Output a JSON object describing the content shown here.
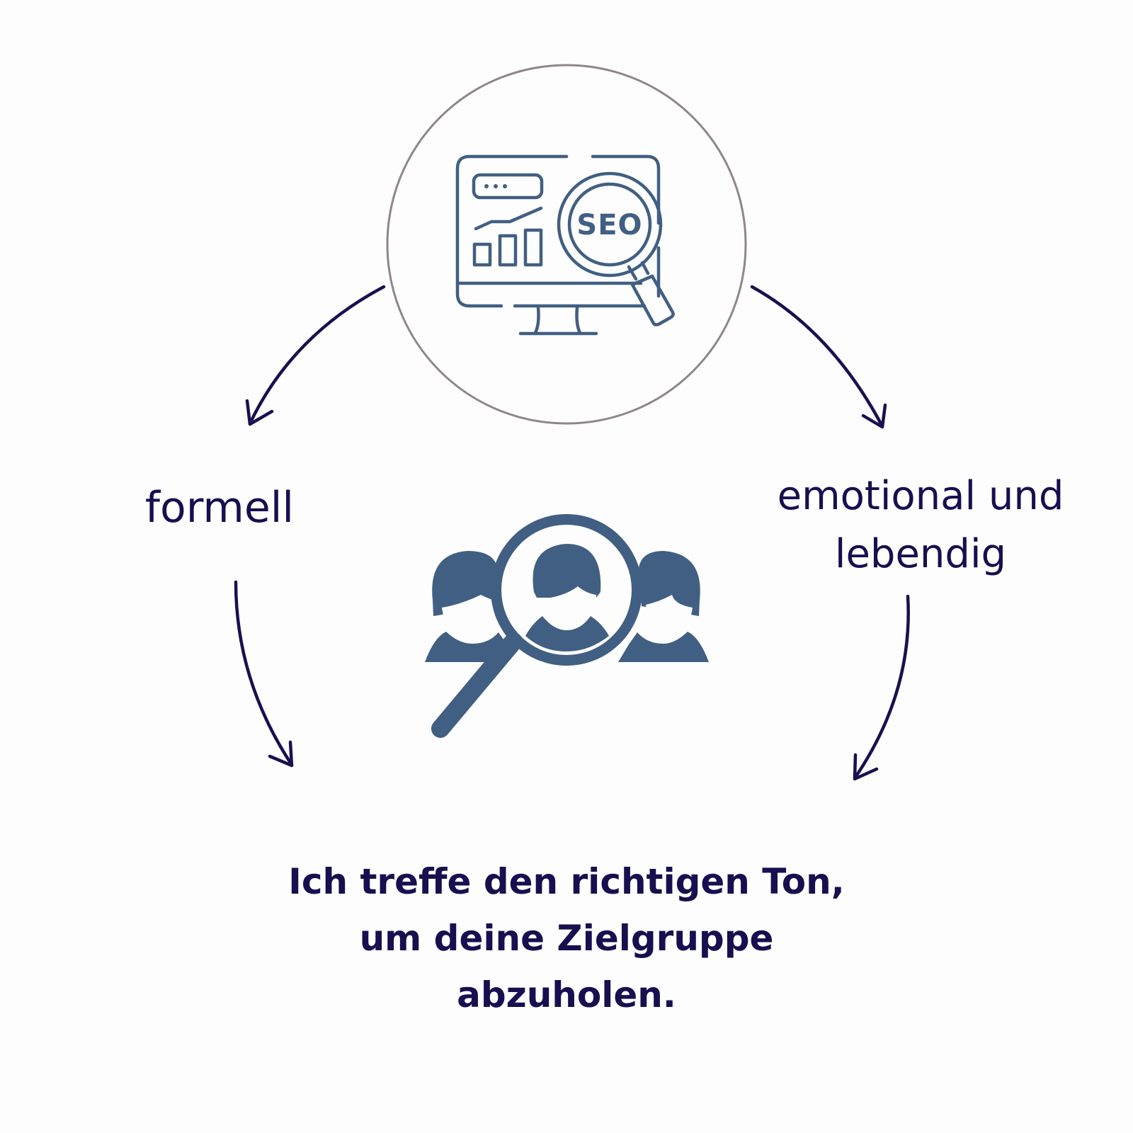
{
  "diagram": {
    "seo_badge": "SEO",
    "branch_left_label": "formell",
    "branch_right_label_lines": [
      "emotional und",
      "lebendig"
    ],
    "caption_lines": [
      "Ich treffe den richtigen Ton,",
      "um deine Zielgruppe",
      "abzuholen."
    ]
  },
  "colors": {
    "text": "#170f4f",
    "arrow": "#1a1050",
    "icon": "#415f82",
    "circle_border": "#8e8689",
    "background": "#fdfdfe"
  },
  "icons": {
    "top": "seo-monitor-magnifier-icon",
    "center": "audience-search-icon"
  }
}
